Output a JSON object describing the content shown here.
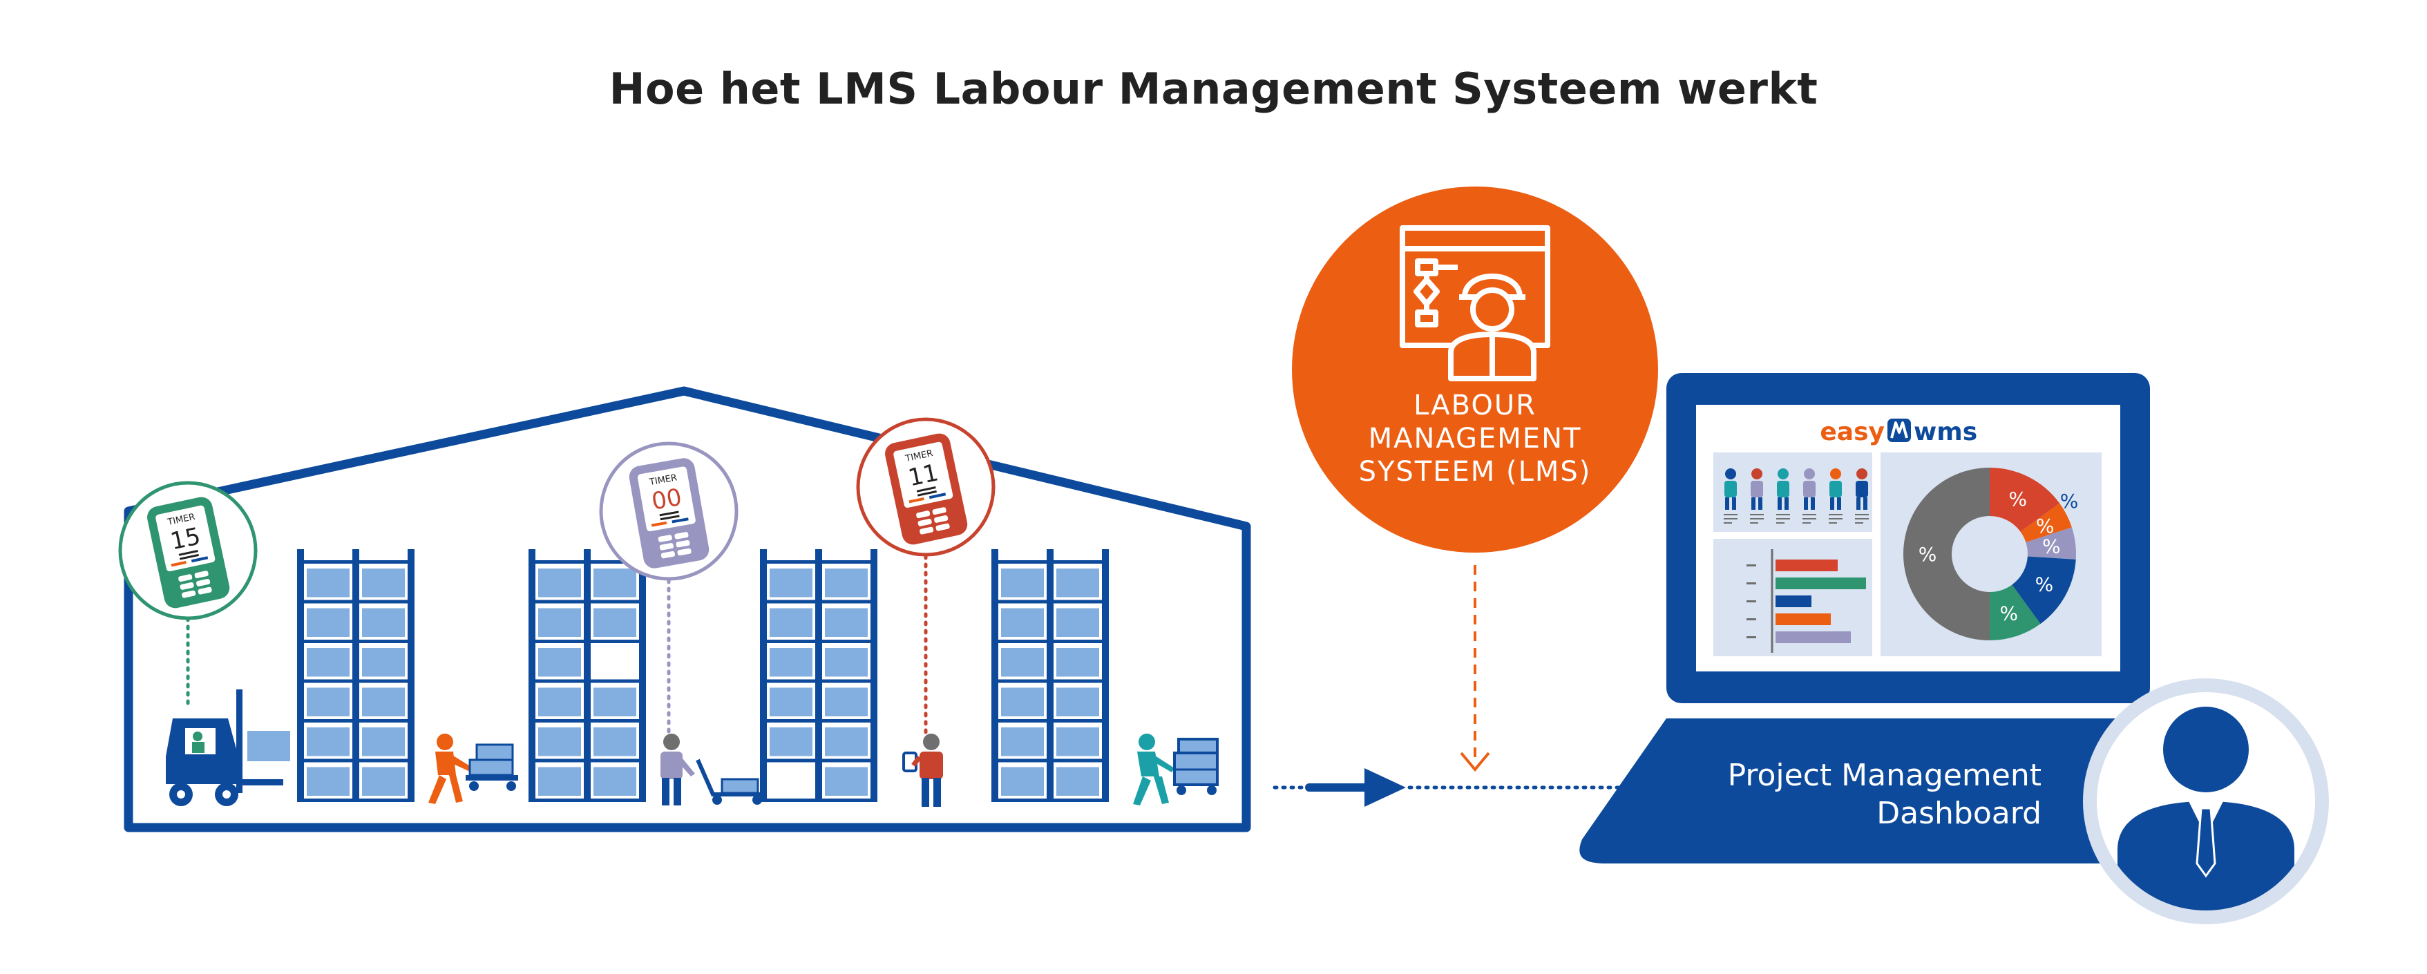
{
  "page": {
    "title": "Hoe het LMS Labour Management Systeem werkt"
  },
  "colors": {
    "navy": "#0d4a9b",
    "rack_blue": "#82aee0",
    "orange": "#ec5e12",
    "green": "#2f9470",
    "lavender": "#9895c0",
    "red": "#c8432e",
    "grey": "#6f6f6f",
    "teal": "#1ba0a8",
    "panel_bg": "#d9e3f1"
  },
  "timers": [
    {
      "id": "timer-green",
      "label": "TIMER",
      "value": "15",
      "color": "#2f9470"
    },
    {
      "id": "timer-lavender",
      "label": "TIMER",
      "value": "00",
      "color": "#9895c0"
    },
    {
      "id": "timer-red",
      "label": "TIMER",
      "value": "11",
      "color": "#c8432e"
    }
  ],
  "lms": {
    "line1": "LABOUR",
    "line2": "MANAGEMENT",
    "line3": "SYSTEEM (LMS)"
  },
  "dashboard": {
    "brand_left": "easy",
    "brand_right": "wms",
    "line1": "Project Management",
    "line2": "Dashboard",
    "pie_label": "%",
    "pie_slices": [
      {
        "name": "red",
        "color": "#d6442d",
        "value": 15
      },
      {
        "name": "orange",
        "color": "#ec5e12",
        "value": 5
      },
      {
        "name": "lavender",
        "color": "#9895c0",
        "value": 6
      },
      {
        "name": "navy",
        "color": "#0d4a9b",
        "value": 14
      },
      {
        "name": "green",
        "color": "#2f9470",
        "value": 10
      },
      {
        "name": "grey",
        "color": "#6f6f6f",
        "value": 50
      }
    ],
    "bars": [
      {
        "color": "#d6442d",
        "value": 0.62
      },
      {
        "color": "#2f9470",
        "value": 0.9
      },
      {
        "color": "#0d4a9b",
        "value": 0.36
      },
      {
        "color": "#ec5e12",
        "value": 0.55
      },
      {
        "color": "#9895c0",
        "value": 0.75
      }
    ]
  }
}
